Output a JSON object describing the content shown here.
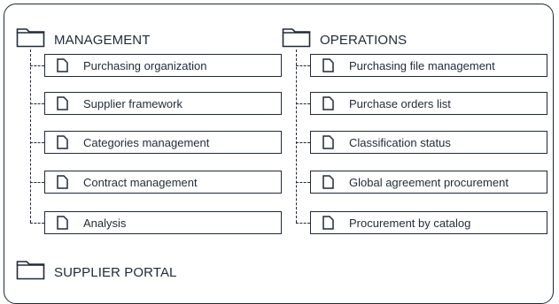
{
  "management": {
    "title": "MANAGEMENT",
    "items": [
      {
        "label": "Purchasing organization"
      },
      {
        "label": "Supplier framework"
      },
      {
        "label": "Categories management"
      },
      {
        "label": "Contract management"
      },
      {
        "label": "Analysis"
      }
    ]
  },
  "operations": {
    "title": "OPERATIONS",
    "items": [
      {
        "label": "Purchasing file management"
      },
      {
        "label": "Purchase orders list"
      },
      {
        "label": "Classification status"
      },
      {
        "label": "Global agreement procurement"
      },
      {
        "label": "Procurement by catalog"
      }
    ]
  },
  "supplier_portal": {
    "title": "SUPPLIER PORTAL"
  },
  "icons": {
    "folder": "folder-icon",
    "document": "document-icon"
  },
  "colors": {
    "line": "#1f2a3a",
    "background": "#ffffff"
  }
}
